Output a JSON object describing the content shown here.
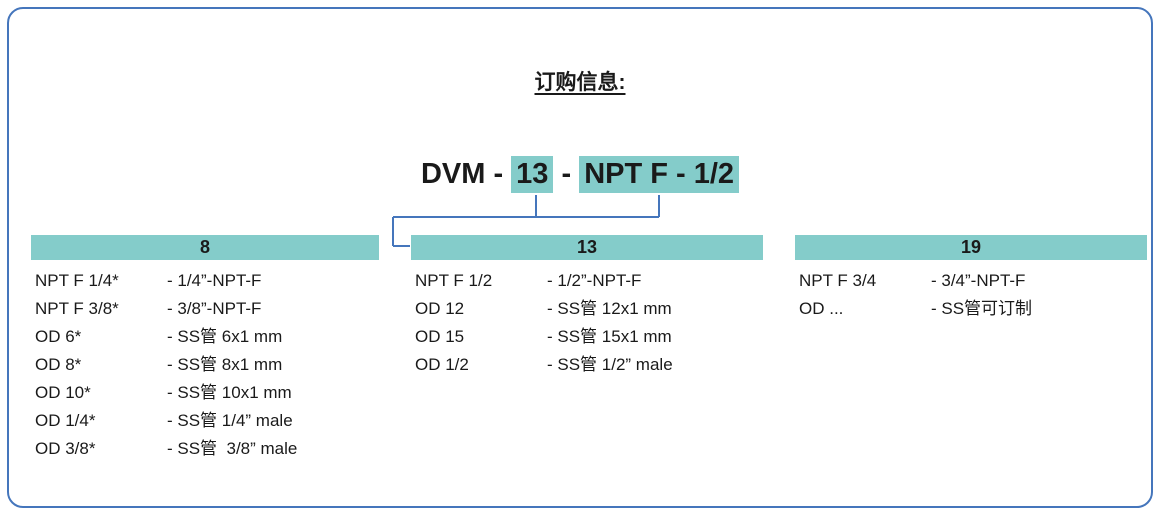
{
  "title": "订购信息:",
  "model_code": {
    "prefix": "DVM - ",
    "size_value": "13",
    "separator": " - ",
    "connection_value": "NPT F - 1/2"
  },
  "colors": {
    "highlight_teal": "#84ccca",
    "border_blue": "#4576bc",
    "connector_blue": "#4576bc",
    "text": "#1a1a1a"
  },
  "columns": [
    {
      "header": "8",
      "rows": [
        {
          "code": "NPT F 1/4*",
          "desc": "- 1/4”-NPT-F"
        },
        {
          "code": "NPT F 3/8*",
          "desc": "- 3/8”-NPT-F"
        },
        {
          "code": "OD 6*",
          "desc": "- SS管 6x1 mm"
        },
        {
          "code": "OD 8*",
          "desc": "- SS管 8x1 mm"
        },
        {
          "code": "OD 10*",
          "desc": "- SS管 10x1 mm"
        },
        {
          "code": "OD 1/4*",
          "desc": "- SS管 1/4” male"
        },
        {
          "code": "OD 3/8*",
          "desc": "- SS管  3/8” male"
        }
      ]
    },
    {
      "header": "13",
      "rows": [
        {
          "code": "NPT F 1/2",
          "desc": "- 1/2”-NPT-F"
        },
        {
          "code": "OD 12",
          "desc": "- SS管 12x1 mm"
        },
        {
          "code": "OD 15",
          "desc": "- SS管 15x1 mm"
        },
        {
          "code": "OD 1/2",
          "desc": "- SS管 1/2” male"
        }
      ]
    },
    {
      "header": "19",
      "rows": [
        {
          "code": "NPT F 3/4",
          "desc": "- 3/4”-NPT-F"
        },
        {
          "code": "OD ...",
          "desc": "- SS管可订制"
        }
      ]
    }
  ]
}
